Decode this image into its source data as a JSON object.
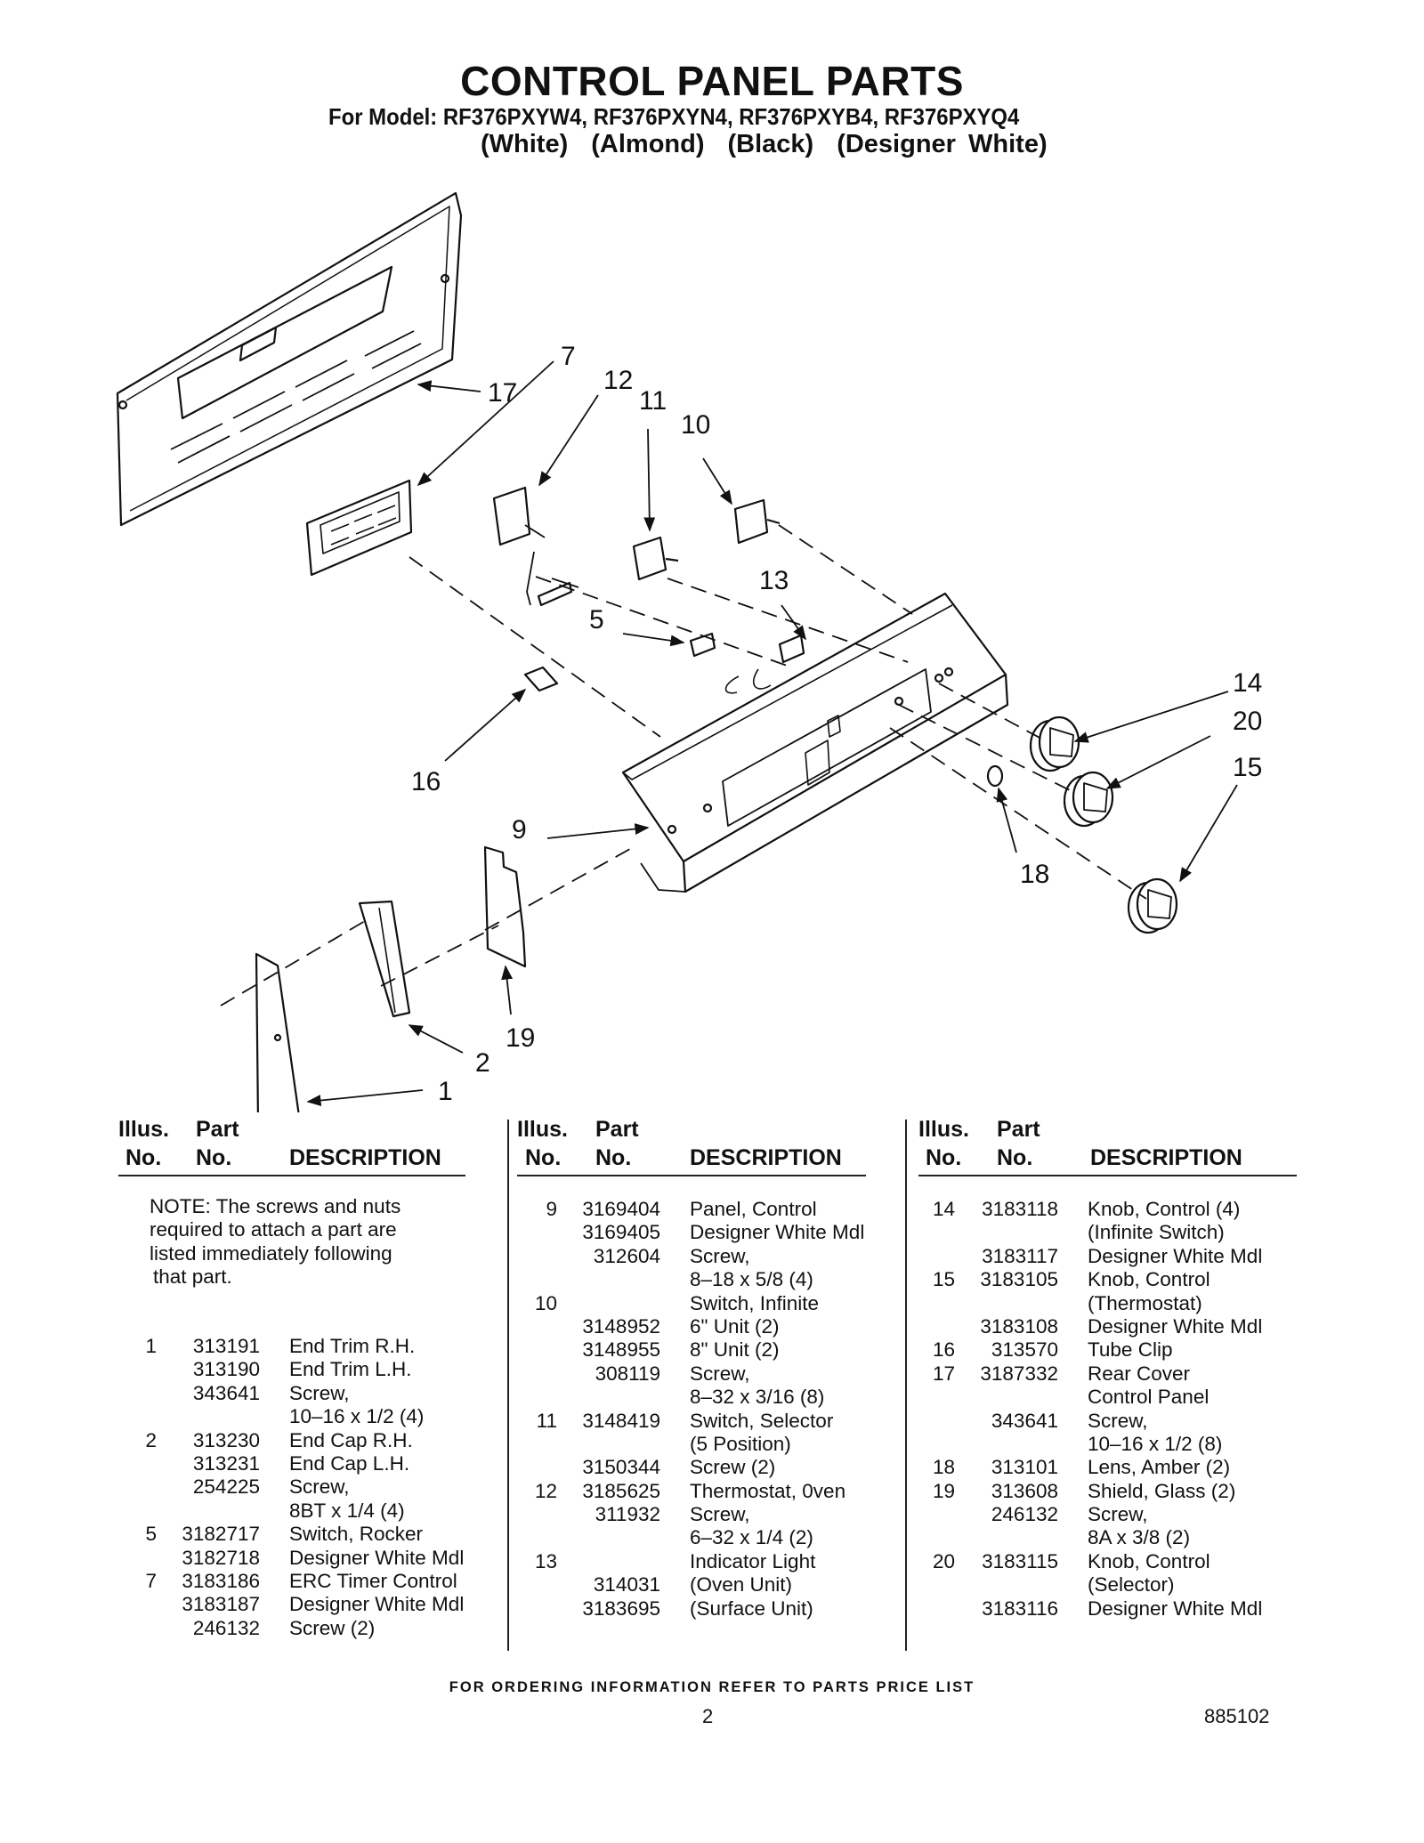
{
  "header": {
    "title": "CONTROL PANEL PARTS",
    "models": "For Model: RF376PXYW4, RF376PXYN4, RF376PXYB4, RF376PXYQ4",
    "colors": [
      "(White)",
      "(Almond)",
      "(Black)",
      "(Designer White)"
    ]
  },
  "diagram": {
    "callouts": [
      "17",
      "7",
      "12",
      "11",
      "10",
      "13",
      "5",
      "14",
      "20",
      "15",
      "16",
      "9",
      "18",
      "19",
      "2",
      "1"
    ]
  },
  "table": {
    "headers": {
      "illus1": "Illus.",
      "part1": "Part",
      "illus2": "No.",
      "part2": "No.",
      "desc": "DESCRIPTION"
    },
    "note": [
      "NOTE: The screws and nuts",
      "required to attach a part are",
      "listed immediately following",
      "that part."
    ],
    "col1": [
      {
        "illus": "1",
        "part": "313191",
        "desc": "End Trim R.H."
      },
      {
        "illus": "",
        "part": "313190",
        "desc": "End Trim L.H."
      },
      {
        "illus": "",
        "part": "343641",
        "desc": "Screw,"
      },
      {
        "illus": "",
        "part": "",
        "desc": "10–16 x 1/2 (4)"
      },
      {
        "illus": "2",
        "part": "313230",
        "desc": "End Cap R.H."
      },
      {
        "illus": "",
        "part": "313231",
        "desc": "End Cap L.H."
      },
      {
        "illus": "",
        "part": "254225",
        "desc": "Screw,"
      },
      {
        "illus": "",
        "part": "",
        "desc": "8BT x 1/4 (4)"
      },
      {
        "illus": "5",
        "part": "3182717",
        "desc": "Switch, Rocker"
      },
      {
        "illus": "",
        "part": "3182718",
        "desc": "Designer White Mdl"
      },
      {
        "illus": "7",
        "part": "3183186",
        "desc": "ERC Timer Control"
      },
      {
        "illus": "",
        "part": "3183187",
        "desc": "Designer White Mdl"
      },
      {
        "illus": "",
        "part": "246132",
        "desc": "Screw (2)"
      }
    ],
    "col2": [
      {
        "illus": "9",
        "part": "3169404",
        "desc": "Panel, Control"
      },
      {
        "illus": "",
        "part": "3169405",
        "desc": "Designer White Mdl"
      },
      {
        "illus": "",
        "part": "312604",
        "desc": "Screw,"
      },
      {
        "illus": "",
        "part": "",
        "desc": "8–18 x 5/8 (4)"
      },
      {
        "illus": "10",
        "part": "",
        "desc": "Switch, Infinite"
      },
      {
        "illus": "",
        "part": "3148952",
        "desc": "6\" Unit (2)"
      },
      {
        "illus": "",
        "part": "3148955",
        "desc": "8\" Unit (2)"
      },
      {
        "illus": "",
        "part": "308119",
        "desc": "Screw,"
      },
      {
        "illus": "",
        "part": "",
        "desc": "8–32 x 3/16 (8)"
      },
      {
        "illus": "11",
        "part": "3148419",
        "desc": "Switch, Selector"
      },
      {
        "illus": "",
        "part": "",
        "desc": "(5 Position)"
      },
      {
        "illus": "",
        "part": "3150344",
        "desc": "Screw (2)"
      },
      {
        "illus": "12",
        "part": "3185625",
        "desc": "Thermostat, 0ven"
      },
      {
        "illus": "",
        "part": "311932",
        "desc": "Screw,"
      },
      {
        "illus": "",
        "part": "",
        "desc": "6–32 x 1/4 (2)"
      },
      {
        "illus": "13",
        "part": "",
        "desc": "Indicator Light"
      },
      {
        "illus": "",
        "part": "314031",
        "desc": "(Oven Unit)"
      },
      {
        "illus": "",
        "part": "3183695",
        "desc": "(Surface Unit)"
      }
    ],
    "col3": [
      {
        "illus": "14",
        "part": "3183118",
        "desc": "Knob, Control (4)"
      },
      {
        "illus": "",
        "part": "",
        "desc": "(Infinite Switch)"
      },
      {
        "illus": "",
        "part": "3183117",
        "desc": "Designer White Mdl"
      },
      {
        "illus": "15",
        "part": "3183105",
        "desc": "Knob, Control"
      },
      {
        "illus": "",
        "part": "",
        "desc": "(Thermostat)"
      },
      {
        "illus": "",
        "part": "3183108",
        "desc": "Designer White Mdl"
      },
      {
        "illus": "16",
        "part": "313570",
        "desc": "Tube Clip"
      },
      {
        "illus": "17",
        "part": "3187332",
        "desc": "Rear Cover"
      },
      {
        "illus": "",
        "part": "",
        "desc": "Control Panel"
      },
      {
        "illus": "",
        "part": "343641",
        "desc": "Screw,"
      },
      {
        "illus": "",
        "part": "",
        "desc": "10–16 x 1/2 (8)"
      },
      {
        "illus": "18",
        "part": "313101",
        "desc": "Lens, Amber (2)"
      },
      {
        "illus": "19",
        "part": "313608",
        "desc": "Shield, Glass (2)"
      },
      {
        "illus": "",
        "part": "246132",
        "desc": "Screw,"
      },
      {
        "illus": "",
        "part": "",
        "desc": "8A x 3/8 (2)"
      },
      {
        "illus": "20",
        "part": "3183115",
        "desc": "Knob, Control"
      },
      {
        "illus": "",
        "part": "",
        "desc": "(Selector)"
      },
      {
        "illus": "",
        "part": "3183116",
        "desc": "Designer White Mdl"
      }
    ]
  },
  "footer": {
    "ordering": "FOR ORDERING INFORMATION REFER TO PARTS PRICE LIST",
    "page": "2",
    "doc_number": "885102"
  }
}
